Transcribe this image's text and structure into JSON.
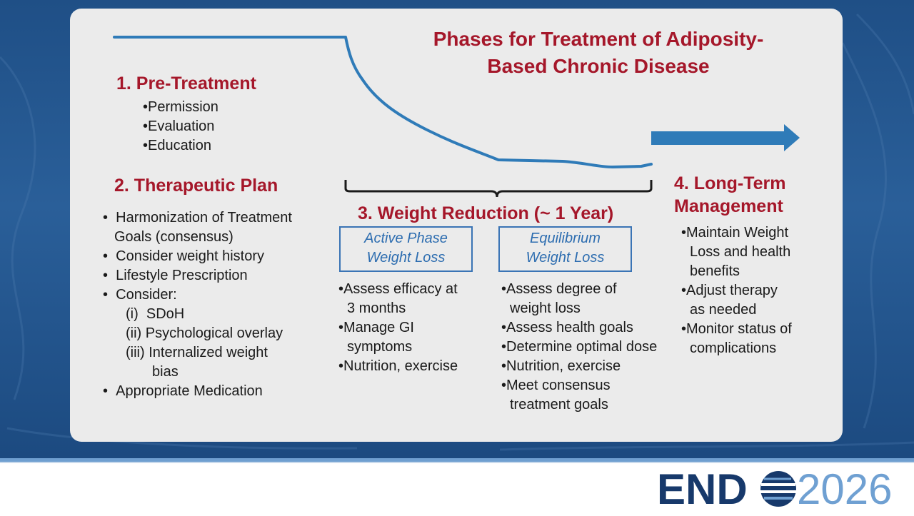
{
  "slide": {
    "title_line1": "Phases for Treatment of Adiposity-",
    "title_line2": "Based Chronic Disease"
  },
  "phase1": {
    "heading": "1. Pre-Treatment",
    "items": [
      "Permission",
      "Evaluation",
      "Education"
    ]
  },
  "phase2": {
    "heading": "2. Therapeutic Plan",
    "items": [
      "Harmonization of Treatment",
      "Goals (consensus)",
      "Consider weight history",
      "Lifestyle Prescription",
      "Consider:",
      "(i)  SDoH",
      "(ii) Psychological overlay",
      "(iii) Internalized weight",
      "bias",
      "Appropriate Medication"
    ]
  },
  "phase3": {
    "heading": "3. Weight Reduction (~ 1 Year)",
    "active_box": [
      "Active Phase",
      "Weight Loss"
    ],
    "equilibrium_box": [
      "Equilibrium",
      "Weight Loss"
    ],
    "active_items": [
      "Assess efficacy at",
      "3 months",
      "Manage GI",
      "symptoms",
      "Nutrition, exercise"
    ],
    "equilibrium_items": [
      "Assess degree of",
      "weight loss",
      "Assess health goals",
      "Determine optimal dose",
      "Nutrition, exercise",
      "Meet consensus",
      "treatment goals"
    ]
  },
  "phase4": {
    "heading_line1": "4. Long-Term",
    "heading_line2": "Management",
    "items": [
      "Maintain Weight",
      "Loss and health",
      "benefits",
      "Adjust therapy",
      "as needed",
      "Monitor status of",
      "complications"
    ]
  },
  "logo": {
    "left": "END",
    "right": "2026"
  },
  "colors": {
    "heading_red": "#a5172a",
    "curve_blue": "#2f7bb8",
    "box_blue": "#3a74b5",
    "background_blue": "#1f4f86",
    "logo_navy": "#17396b",
    "logo_light": "#6fa0d2"
  }
}
